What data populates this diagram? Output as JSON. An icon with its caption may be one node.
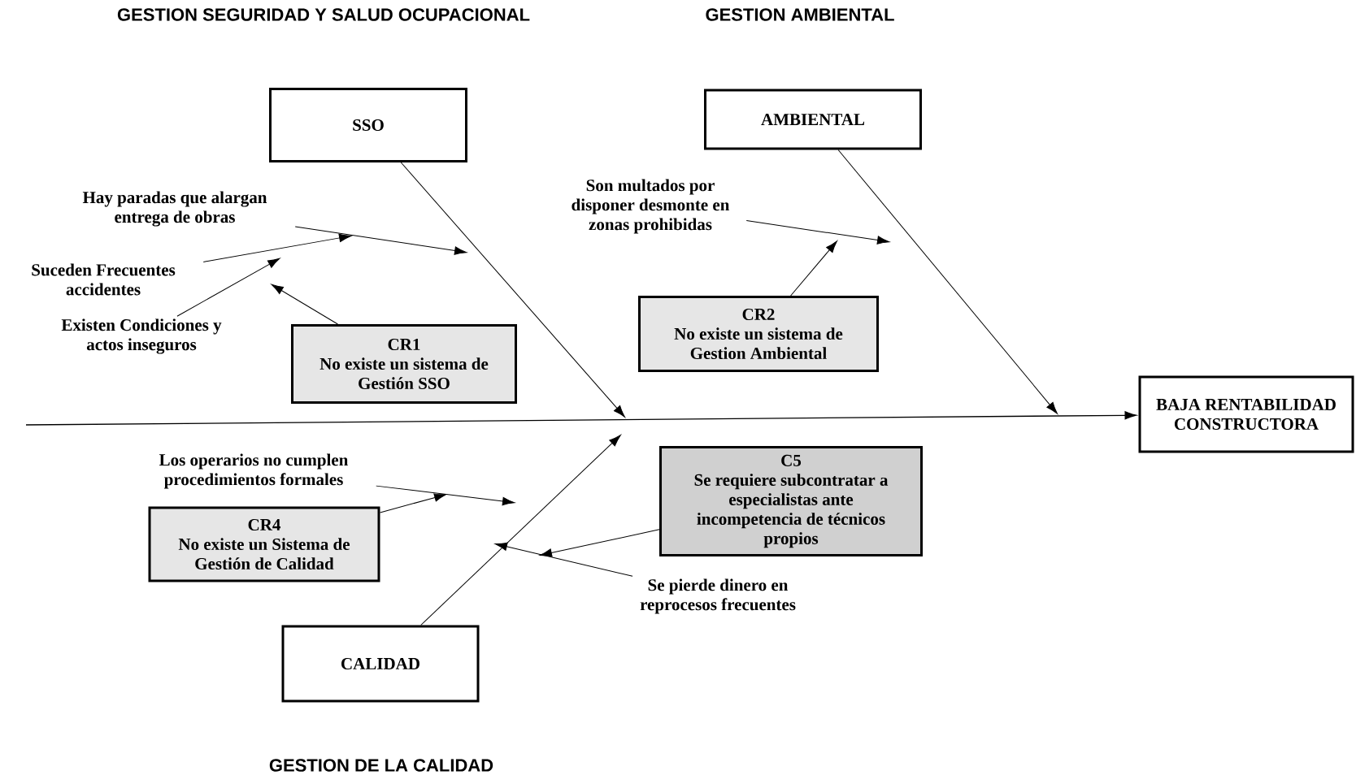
{
  "diagram": {
    "nodes": [
      {
        "text": [
          "SSO"
        ]
      },
      {
        "text": [
          "AMBIENTAL"
        ]
      },
      {
        "text": [
          "CALIDAD"
        ]
      },
      {
        "text": [
          "BAJA RENTABILIDAD CONSTRUCTORA"
        ]
      },
      {
        "text": [
          "CR1",
          "No existe un sistema de Gestión SSO"
        ]
      },
      {
        "text": [
          "CR2",
          "No existe un sistema de Gestion Ambiental"
        ]
      },
      {
        "text": [
          "CR4",
          "No existe un Sistema de Gestión de Calidad"
        ]
      },
      {
        "text": [
          "C5",
          "Se requiere subcontratar a especialistas ante incompetencia de técnicos propios"
        ]
      },
      {
        "text": [
          "Hay paradas que alargan entrega de obras"
        ]
      },
      {
        "text": [
          "Suceden Frecuentes accidentes"
        ]
      },
      {
        "text": [
          "Existen Condiciones y actos inseguros"
        ]
      },
      {
        "text": [
          "Son multados por disponer desmonte en zonas prohibidas"
        ]
      },
      {
        "text": [
          "Los operarios no cumplen procedimientos formales"
        ]
      },
      {
        "text": [
          "Se pierde dinero en reprocesos frecuentes"
        ]
      }
    ],
    "edges": [
      {
        "from": null,
        "to": 3,
        "arrow": "to"
      },
      {
        "from": 0,
        "to": null,
        "arrow": "to"
      },
      {
        "from": 1,
        "to": null,
        "arrow": "to"
      },
      {
        "from": 2,
        "to": null,
        "arrow": "to"
      },
      {
        "from": 8,
        "to": null,
        "arrow": "to"
      },
      {
        "from": 9,
        "to": null,
        "arrow": "to"
      },
      {
        "from": 10,
        "to": null,
        "arrow": "to"
      },
      {
        "from": 4,
        "to": null,
        "arrow": "to"
      },
      {
        "from": 11,
        "to": null,
        "arrow": "to"
      },
      {
        "from": 5,
        "to": null,
        "arrow": "to"
      },
      {
        "from": 12,
        "to": null,
        "arrow": "to"
      },
      {
        "from": 6,
        "to": null,
        "arrow": "to"
      },
      {
        "from": 7,
        "to": null,
        "arrow": "to"
      },
      {
        "from": 13,
        "to": null,
        "arrow": "to"
      }
    ],
    "labels": [
      "GESTION SEGURIDAD Y SALUD OCUPACIONAL",
      "GESTION AMBIENTAL",
      "GESTION DE LA CALIDAD"
    ]
  }
}
